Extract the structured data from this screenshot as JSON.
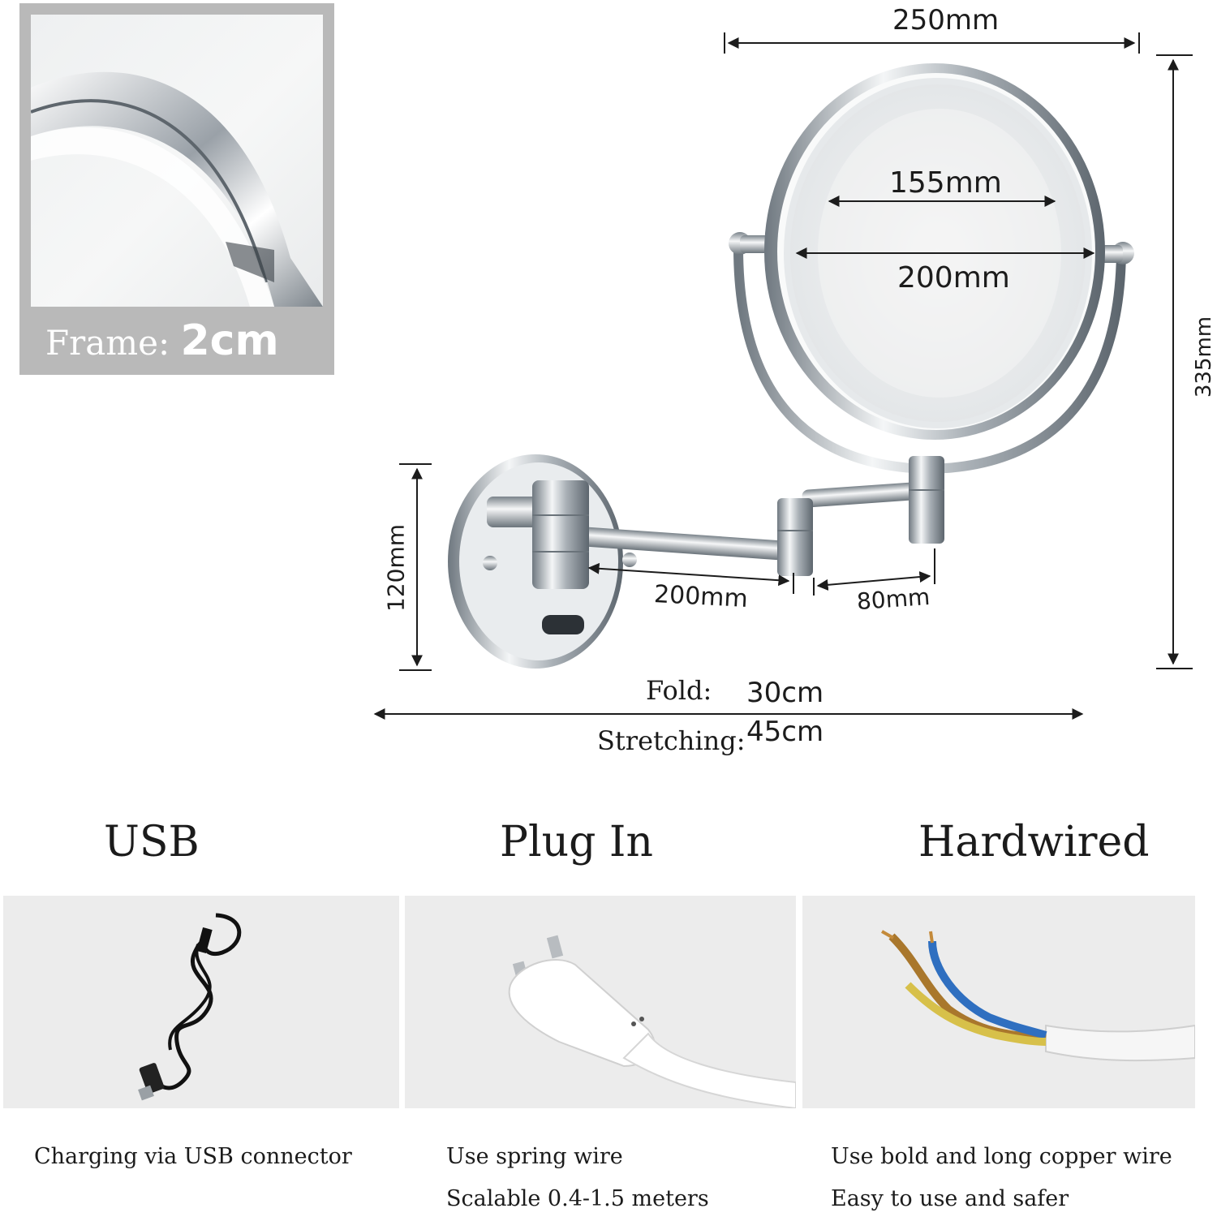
{
  "frame": {
    "label": "Frame:",
    "value": "2cm"
  },
  "dimensions": {
    "total_width": "250mm",
    "light_inner": "155mm",
    "mirror_diameter": "200mm",
    "total_height": "335mm",
    "mount_height": "120mm",
    "arm_length": "200mm",
    "arm_short": "80mm",
    "fold_label": "Fold:",
    "fold_value": "30cm",
    "stretch_label": "Stretching:",
    "stretch_value": "45cm"
  },
  "methods": [
    {
      "title": "USB",
      "lines": [
        "Charging via USB connector"
      ],
      "icon": "usb-cable-icon"
    },
    {
      "title": "Plug In",
      "lines": [
        "Use spring wire",
        "Scalable 0.4-1.5 meters"
      ],
      "icon": "eu-plug-icon"
    },
    {
      "title": "Hardwired",
      "lines": [
        "Use bold and long copper wire",
        "Easy to use and safer"
      ],
      "icon": "copper-wire-icon"
    }
  ],
  "colors": {
    "chrome": "#c9ced3",
    "inset_bg": "#b9b9b9",
    "photo_bg": "#ececec"
  }
}
